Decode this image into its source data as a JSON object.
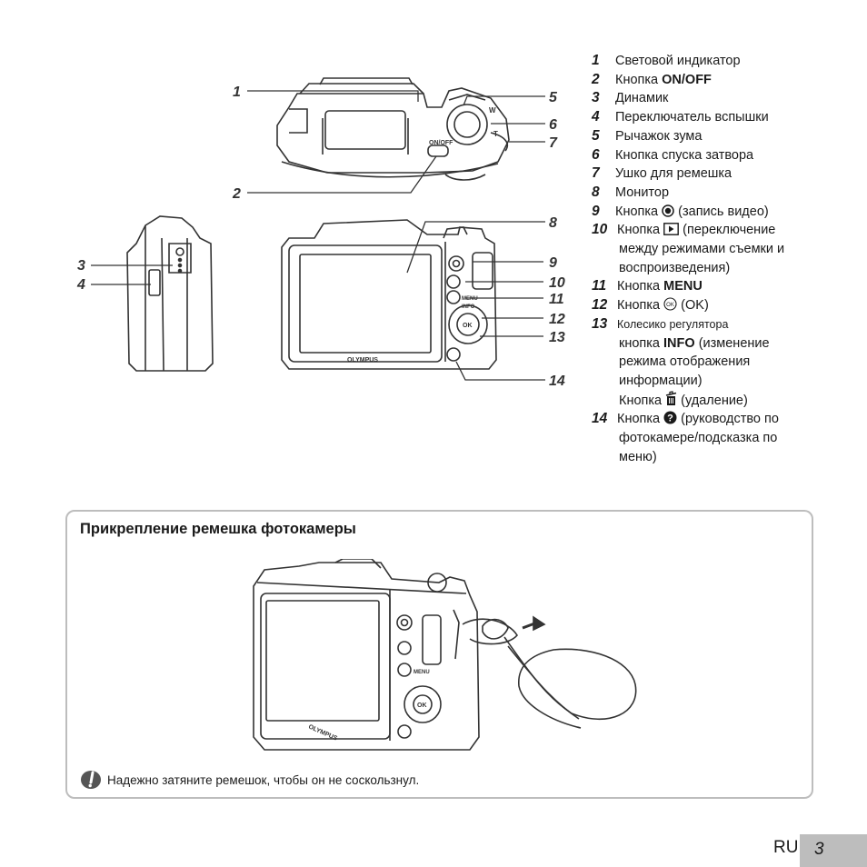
{
  "callouts": [
    "1",
    "2",
    "3",
    "4",
    "5",
    "6",
    "7",
    "8",
    "9",
    "10",
    "11",
    "12",
    "13",
    "14"
  ],
  "camera_text": {
    "on_off": "ON/OFF",
    "w": "W",
    "t": "T",
    "brand": "OLYMPUS",
    "menu": "MENU",
    "info": "INFO",
    "ok": "OK"
  },
  "legend": {
    "items": [
      {
        "num": "1",
        "text": "Световой индикатор"
      },
      {
        "num": "2",
        "pre": "Кнопка ",
        "bold": "ON/OFF",
        "post": ""
      },
      {
        "num": "3",
        "text": "Динамик"
      },
      {
        "num": "4",
        "text": "Переключатель вспышки"
      },
      {
        "num": "5",
        "text": "Рычажок зума"
      },
      {
        "num": "6",
        "text": "Кнопка спуска затвора"
      },
      {
        "num": "7",
        "text": "Ушко для ремешка"
      },
      {
        "num": "8",
        "text": "Монитор"
      },
      {
        "num": "9",
        "pre": "Кнопка ",
        "post": " (запись видео)"
      },
      {
        "num": "10",
        "pre": "Кнопка ",
        "post": " (переключение",
        "cont": [
          "между режимами съемки и",
          "воспроизведения)"
        ]
      },
      {
        "num": "11",
        "pre": "Кнопка ",
        "bold": "MENU",
        "post": ""
      },
      {
        "num": "12",
        "pre": "Кнопка ",
        "post": " (OK)"
      },
      {
        "num": "13",
        "text": "Колесико регулятора",
        "cont_info": {
          "pre": "кнопка ",
          "bold": "INFO",
          "post": " (изменение"
        },
        "cont": [
          "режима отображения",
          "информации)"
        ],
        "cont_del": {
          "pre": "Кнопка ",
          "post": " (удаление)"
        }
      },
      {
        "num": "14",
        "pre": "Кнопка ",
        "post": " (руководство по",
        "cont": [
          "фотокамере/подсказка по",
          "меню)"
        ]
      }
    ]
  },
  "strap_box": {
    "title": "Прикрепление ремешка фотокамеры",
    "note": "Надежно затяните ремешок, чтобы он не соскользнул."
  },
  "footer": {
    "lang": "RU",
    "page": "3"
  },
  "colors": {
    "box_border": "#bdbdbd",
    "page_tab": "#bdbdbd",
    "line": "#333333"
  }
}
